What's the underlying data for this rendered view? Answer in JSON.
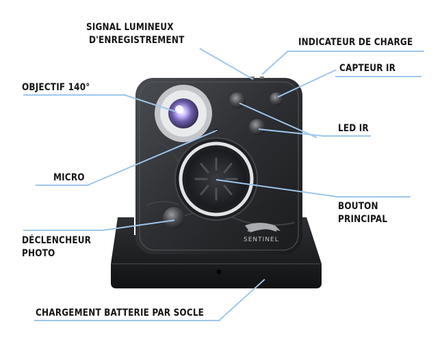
{
  "labels": {
    "signal_line1": "SIGNAL LUMINEUX",
    "signal_line2": "D'ENREGISTREMENT",
    "charge": "INDICATEUR DE CHARGE",
    "capteur": "CAPTEUR IR",
    "objectif": "OBJECTIF 140°",
    "led": "LED IR",
    "micro": "MICRO",
    "bouton_line1": "BOUTON",
    "bouton_line2": "PRINCIPAL",
    "declencheur_line1": "DÉCLENCHEUR",
    "declencheur_line2": "PHOTO",
    "chargement": "CHARGEMENT BATTERIE PAR SOCLE"
  },
  "device": {
    "brand": "SENTINEL"
  },
  "colors": {
    "leader_line": "#9ec6ec",
    "body": "#2b2d30",
    "dock": "#1d1e20"
  }
}
